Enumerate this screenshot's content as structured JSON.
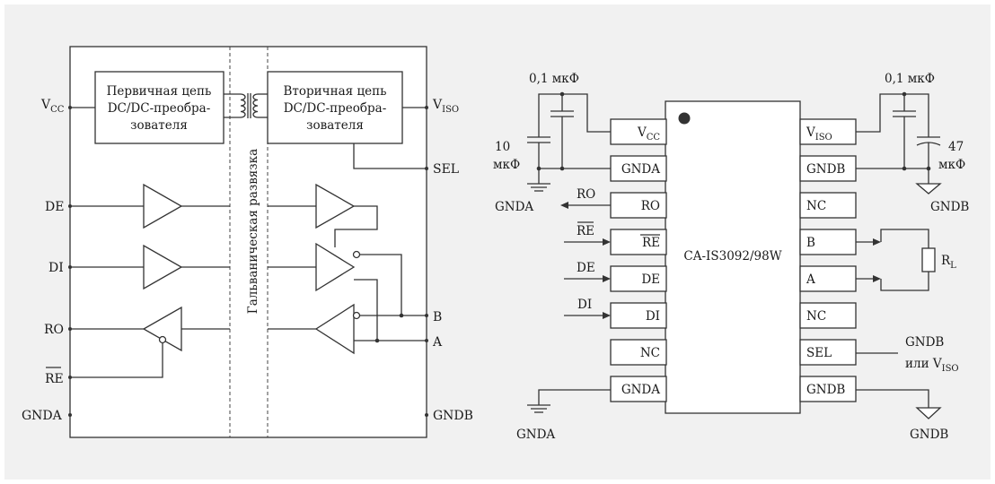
{
  "left": {
    "pins_left": {
      "vcc": {
        "main": "V",
        "sub": "CC"
      },
      "de": "DE",
      "di": "DI",
      "ro": "RO",
      "re": "RE",
      "gnda": "GNDA"
    },
    "pins_right": {
      "viso": {
        "main": "V",
        "sub": "ISO"
      },
      "sel": "SEL",
      "b": "B",
      "a": "A",
      "gndb": "GNDB"
    },
    "primary_block": [
      "Первичная цепь",
      "DC/DC-преобра-",
      "зователя"
    ],
    "secondary_block": [
      "Вторичная цепь",
      "DC/DC-преобра-",
      "зователя"
    ],
    "isolation_label": "Гальваническая развязка"
  },
  "right": {
    "chip_name": "CA-IS3092/98W",
    "pins_left": [
      {
        "main": "V",
        "sub": "CC"
      },
      {
        "main": "GNDA",
        "sub": ""
      },
      {
        "main": "RO",
        "sub": ""
      },
      {
        "main": "RE",
        "sub": "",
        "overline": true
      },
      {
        "main": "DE",
        "sub": ""
      },
      {
        "main": "DI",
        "sub": ""
      },
      {
        "main": "NC",
        "sub": ""
      },
      {
        "main": "GNDA",
        "sub": ""
      }
    ],
    "pins_right": [
      {
        "main": "V",
        "sub": "ISO"
      },
      {
        "main": "GNDB",
        "sub": ""
      },
      {
        "main": "NC",
        "sub": ""
      },
      {
        "main": "B",
        "sub": ""
      },
      {
        "main": "A",
        "sub": ""
      },
      {
        "main": "NC",
        "sub": ""
      },
      {
        "main": "SEL",
        "sub": ""
      },
      {
        "main": "GNDB",
        "sub": ""
      }
    ],
    "cap_left_top": "0,1 мкФ",
    "cap_left_big": [
      "10",
      "мкФ"
    ],
    "cap_right_top": "0,1 мкФ",
    "cap_right_big": [
      "47",
      "мкФ"
    ],
    "gnda_label": "GNDA",
    "gndb_label": "GNDB",
    "signal_ro": "RO",
    "signal_re": "RE",
    "signal_de": "DE",
    "signal_di": "DI",
    "rl": {
      "main": "R",
      "sub": "L"
    },
    "sel_note_1": "GNDB",
    "sel_note_2": {
      "main": "или V",
      "sub": "ISO"
    }
  }
}
